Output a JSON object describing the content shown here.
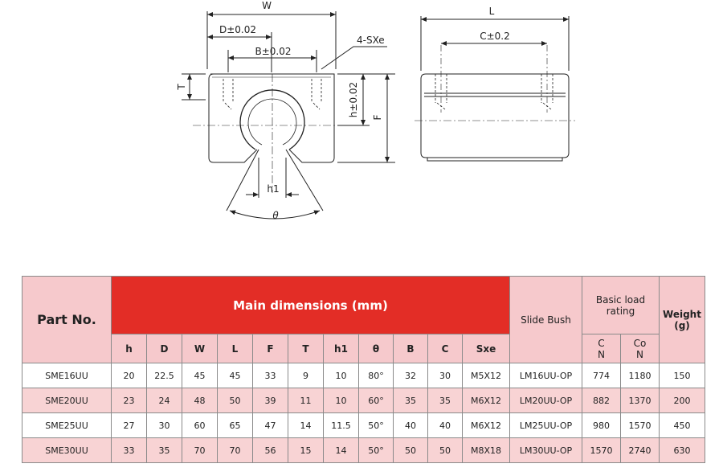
{
  "drawing": {
    "front_labels": {
      "W": "W",
      "D": "D±0.02",
      "B": "B±0.02",
      "sxe": "4-SXe",
      "T": "T",
      "h": "h±0.02",
      "F": "F",
      "h1": "h1",
      "theta": "θ"
    },
    "side_labels": {
      "L": "L",
      "C": "C±0.2"
    }
  },
  "table": {
    "part_header": "Part No.",
    "main_header": "Main dimensions (mm)",
    "slide_bush_header": "Slide Bush",
    "load_header": "Basic load rating",
    "weight_header": "Weight (g)",
    "sub_headers": [
      "h",
      "D",
      "W",
      "L",
      "F",
      "T",
      "h1",
      "θ",
      "B",
      "C",
      "Sxe"
    ],
    "load_c": "C",
    "load_c_unit": "N",
    "load_co": "Co",
    "load_co_unit": "N",
    "rows": [
      [
        "SME16UU",
        "20",
        "22.5",
        "45",
        "45",
        "33",
        "9",
        "10",
        "80°",
        "32",
        "30",
        "M5X12",
        "LM16UU-OP",
        "774",
        "1180",
        "150"
      ],
      [
        "SME20UU",
        "23",
        "24",
        "48",
        "50",
        "39",
        "11",
        "10",
        "60°",
        "35",
        "35",
        "M6X12",
        "LM20UU-OP",
        "882",
        "1370",
        "200"
      ],
      [
        "SME25UU",
        "27",
        "30",
        "60",
        "65",
        "47",
        "14",
        "11.5",
        "50°",
        "40",
        "40",
        "M6X12",
        "LM25UU-OP",
        "980",
        "1570",
        "450"
      ],
      [
        "SME30UU",
        "33",
        "35",
        "70",
        "70",
        "56",
        "15",
        "14",
        "50°",
        "50",
        "50",
        "M8X18",
        "LM30UU-OP",
        "1570",
        "2740",
        "630"
      ]
    ]
  }
}
